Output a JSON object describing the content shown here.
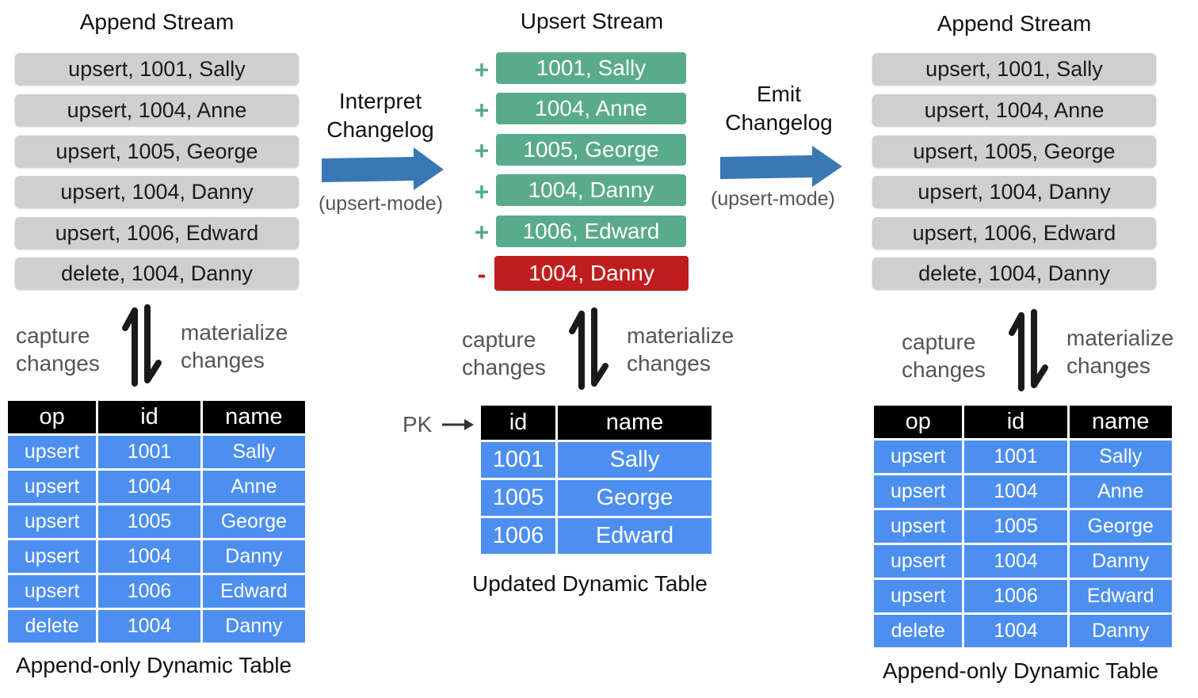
{
  "left": {
    "title": "Append Stream",
    "stream": [
      "upsert, 1001, Sally",
      "upsert, 1004, Anne",
      "upsert, 1005, George",
      "upsert, 1004, Danny",
      "upsert, 1006, Edward",
      "delete, 1004, Danny"
    ],
    "capture": "capture\nchanges",
    "materialize": "materialize\nchanges",
    "table": {
      "headers": [
        "op",
        "id",
        "name"
      ],
      "rows": [
        [
          "upsert",
          "1001",
          "Sally"
        ],
        [
          "upsert",
          "1004",
          "Anne"
        ],
        [
          "upsert",
          "1005",
          "George"
        ],
        [
          "upsert",
          "1004",
          "Danny"
        ],
        [
          "upsert",
          "1006",
          "Edward"
        ],
        [
          "delete",
          "1004",
          "Danny"
        ]
      ]
    },
    "caption": "Append-only Dynamic Table"
  },
  "interpret": {
    "label": "Interpret\nChangelog",
    "mode": "(upsert-mode)"
  },
  "middle": {
    "title": "Upsert Stream",
    "stream": [
      {
        "sign": "+",
        "text": "1001, Sally",
        "kind": "add"
      },
      {
        "sign": "+",
        "text": "1004, Anne",
        "kind": "add"
      },
      {
        "sign": "+",
        "text": "1005, George",
        "kind": "add"
      },
      {
        "sign": "+",
        "text": "1004, Danny",
        "kind": "add"
      },
      {
        "sign": "+",
        "text": "1006, Edward",
        "kind": "add"
      },
      {
        "sign": "-",
        "text": "1004, Danny",
        "kind": "del"
      }
    ],
    "capture": "capture\nchanges",
    "materialize": "materialize\nchanges",
    "pk_label": "PK",
    "table": {
      "headers": [
        "id",
        "name"
      ],
      "rows": [
        [
          "1001",
          "Sally"
        ],
        [
          "1005",
          "George"
        ],
        [
          "1006",
          "Edward"
        ]
      ]
    },
    "caption": "Updated Dynamic Table"
  },
  "emit": {
    "label": "Emit\nChangelog",
    "mode": "(upsert-mode)"
  },
  "right": {
    "title": "Append Stream",
    "stream": [
      "upsert, 1001, Sally",
      "upsert, 1004, Anne",
      "upsert, 1005, George",
      "upsert, 1004, Danny",
      "upsert, 1006, Edward",
      "delete, 1004, Danny"
    ],
    "capture": "capture\nchanges",
    "materialize": "materialize\nchanges",
    "table": {
      "headers": [
        "op",
        "id",
        "name"
      ],
      "rows": [
        [
          "upsert",
          "1001",
          "Sally"
        ],
        [
          "upsert",
          "1004",
          "Anne"
        ],
        [
          "upsert",
          "1005",
          "George"
        ],
        [
          "upsert",
          "1004",
          "Danny"
        ],
        [
          "upsert",
          "1006",
          "Edward"
        ],
        [
          "delete",
          "1004",
          "Danny"
        ]
      ]
    },
    "caption": "Append-only Dynamic Table"
  },
  "colors": {
    "grey_box": "#cfcfcf",
    "green_box": "#59ab8b",
    "red_box": "#c01e1e",
    "table_cell": "#4d8ff0",
    "table_header": "#000000",
    "arrow_blue": "#3a78b5"
  }
}
